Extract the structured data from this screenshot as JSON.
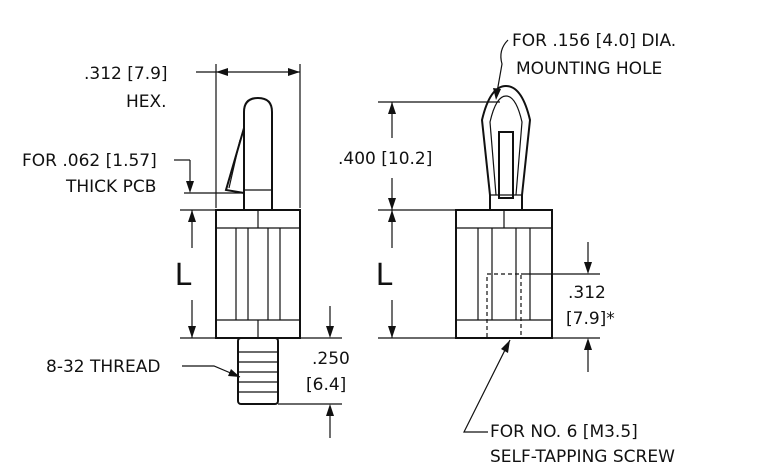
{
  "labels": {
    "hex_dim": ".312 [7.9]",
    "hex_word": "HEX.",
    "pcb_line1": "FOR .062 [1.57]",
    "pcb_line2": "THICK PCB",
    "l_left": "L",
    "l_right": "L",
    "thread": "8-32 THREAD",
    "thread_len_1": ".250",
    "thread_len_2": "[6.4]",
    "hole_line1": "FOR .156 [4.0] DIA.",
    "hole_line2": "MOUNTING HOLE",
    "clip_height": ".400 [10.2]",
    "screw_depth_1": ".312",
    "screw_depth_2": "[7.9]*",
    "screw_line1": "FOR NO. 6 [M3.5]",
    "screw_line2": "SELF-TAPPING SCREW"
  }
}
